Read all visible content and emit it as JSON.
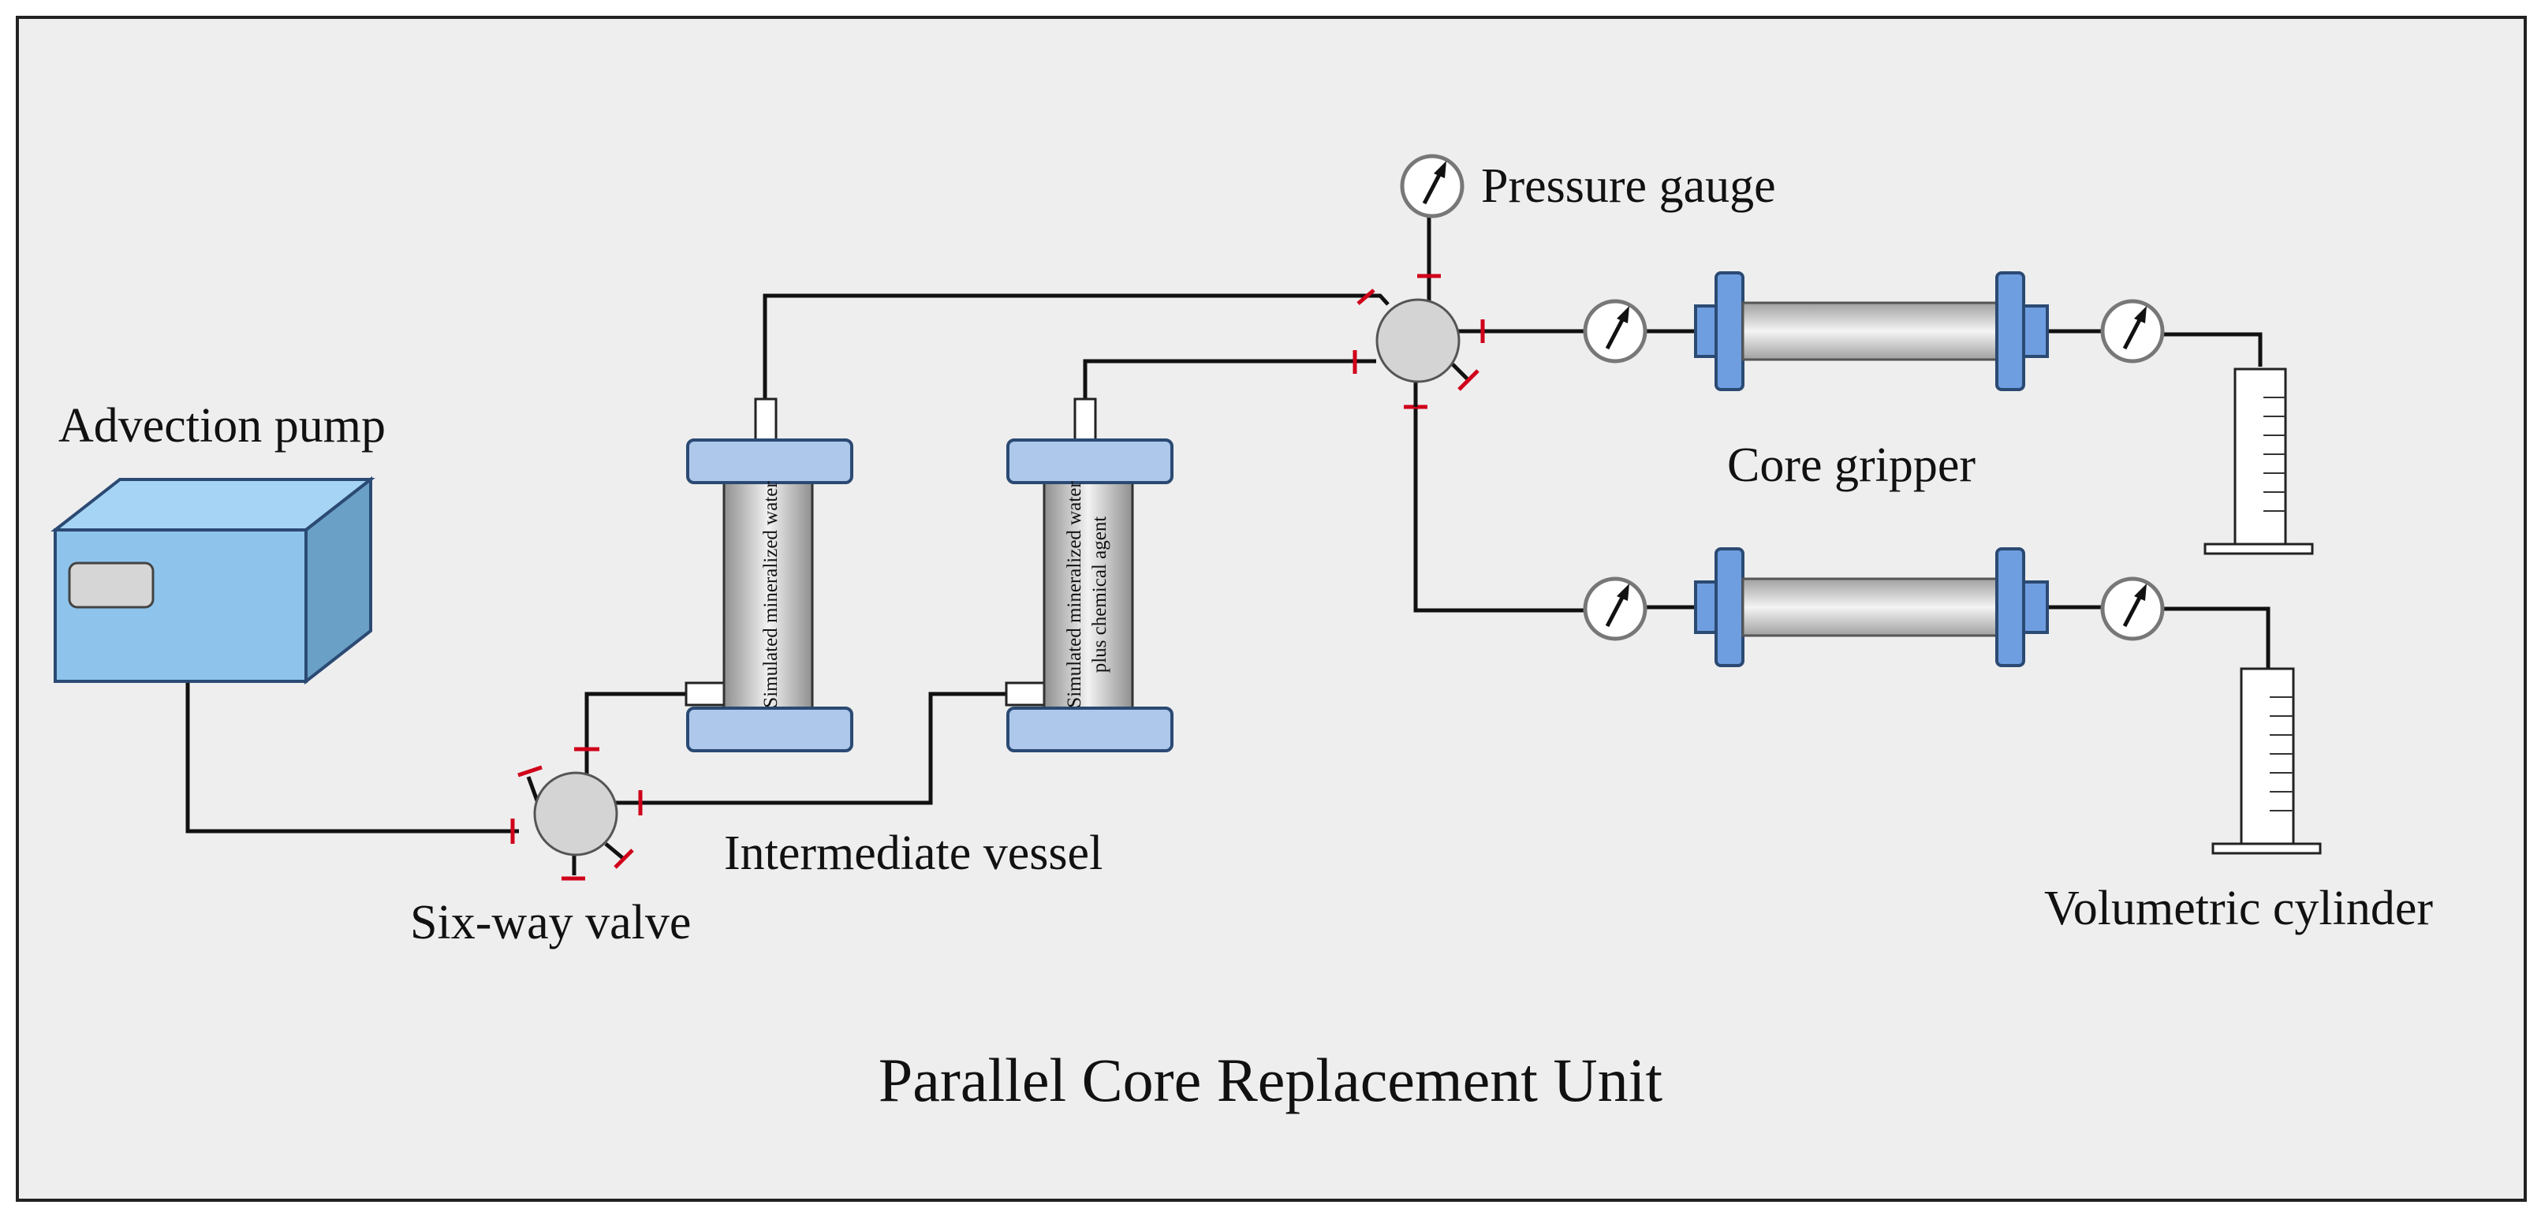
{
  "labels": {
    "advection_pump": "Advection pump",
    "six_way_valve": "Six-way valve",
    "intermediate_vessel": "Intermediate vessel",
    "pressure_gauge": "Pressure gauge",
    "core_gripper": "Core gripper",
    "volumetric_cylinder": "Volumetric cylinder"
  },
  "vessels": {
    "water": "Simulated mineralized water",
    "agent_line1": "Simulated mineralized water",
    "agent_line2": "plus chemical agent"
  },
  "caption": "Parallel Core Replacement Unit",
  "colors": {
    "background": "#eeeeee",
    "flange": "#aec8ec",
    "pump_front": "#8ec4ec",
    "pump_top": "#a6d4f4",
    "pump_side": "#6aa0c6",
    "core_flange": "#6f9ee0",
    "valve_tick": "#d0001a",
    "valve_body": "#d4d4d4"
  }
}
